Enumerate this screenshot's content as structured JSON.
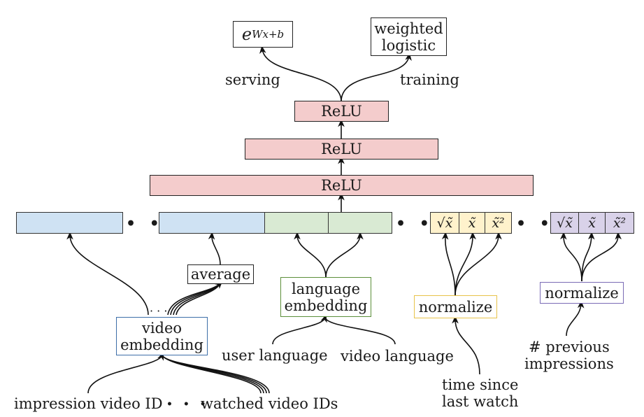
{
  "diagram": {
    "outputs": {
      "serving_box": "e^(Wx+b)",
      "serving_base": "e",
      "serving_exp": "Wx+b",
      "training_box_line1": "weighted",
      "training_box_line2": "logistic",
      "serving_label": "serving",
      "training_label": "training"
    },
    "layers": [
      "ReLU",
      "ReLU",
      "ReLU"
    ],
    "feature_cells": {
      "normalized_1": [
        "√x̃",
        "x̃",
        "x̃²"
      ],
      "normalized_2": [
        "√x̃",
        "x̃",
        "x̃²"
      ]
    },
    "ellipsis": "• • •",
    "small_ellipsis": "· · ·",
    "processors": {
      "average": "average",
      "video_embedding_line1": "video",
      "video_embedding_line2": "embedding",
      "language_embedding_line1": "language",
      "language_embedding_line2": "embedding",
      "normalize_1": "normalize",
      "normalize_2": "normalize"
    },
    "inputs": {
      "impression_video_id": "impression video ID",
      "watched_video_ids": "watched video IDs",
      "user_language": "user language",
      "video_language": "video language",
      "time_since_line1": "time since",
      "time_since_line2": "last watch",
      "prev_impressions_line1": "# previous",
      "prev_impressions_line2": "impressions"
    },
    "colors": {
      "relu": "#f4cccc",
      "video": "#cfe2f3",
      "language": "#d9ead3",
      "time": "#fff2cc",
      "impressions": "#d9d2e9",
      "video_border": "#3d6ea8",
      "language_border": "#5b8f3a",
      "time_border": "#e8c34a",
      "impressions_border": "#7a6bb5"
    }
  }
}
